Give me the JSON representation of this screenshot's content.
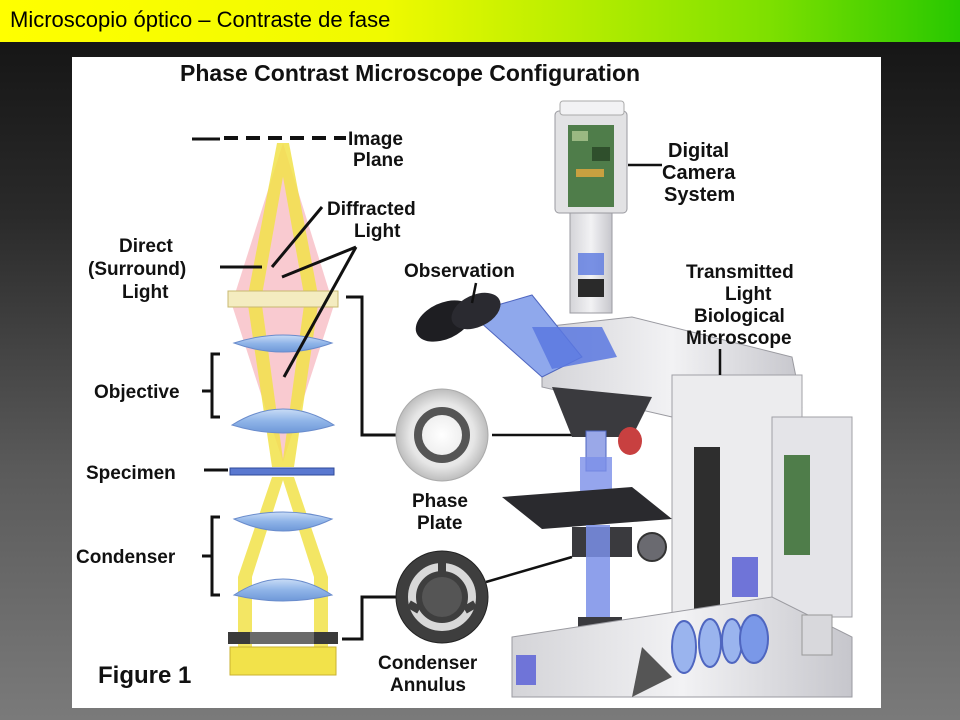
{
  "slide": {
    "title": "Microscopio óptico – Contraste de fase",
    "header_gradient": [
      "#ffff00",
      "#28c800"
    ]
  },
  "figure": {
    "title": "Phase Contrast Microscope Configuration",
    "caption": "Figure 1",
    "labels": {
      "image_plane": [
        "Image",
        "Plane"
      ],
      "diffracted_light": [
        "Diffracted",
        "Light"
      ],
      "direct_light": [
        "Direct",
        "(Surround)",
        "Light"
      ],
      "objective": "Objective",
      "specimen": "Specimen",
      "condenser": "Condenser",
      "phase_plate": [
        "Phase",
        "Plate"
      ],
      "condenser_annulus": [
        "Condenser",
        "Annulus"
      ],
      "observation": "Observation",
      "digital_camera": [
        "Digital",
        "Camera",
        "System"
      ],
      "microscope": [
        "Transmitted",
        "Light",
        "Biological",
        "Microscope"
      ]
    },
    "colors": {
      "direct_light": "#f2e24a",
      "diffracted_light": "#f7b8c0",
      "lens": "#8fb4e8",
      "microscope_body": "#e8e8ea",
      "accent_blue": "#5a78e0"
    }
  }
}
